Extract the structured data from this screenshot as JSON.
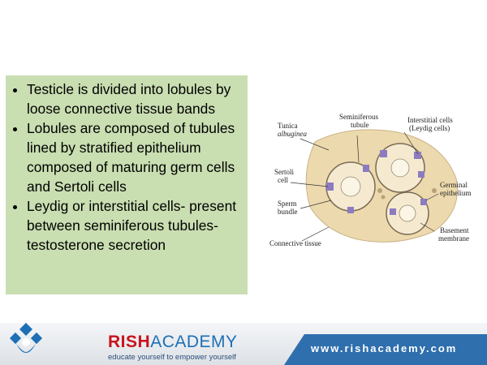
{
  "bullets": [
    "Testicle is divided into lobules by loose connective tissue bands",
    "Lobules are composed of tubules lined by stratified epithelium composed of maturing germ cells and Sertoli cells",
    "Leydig or interstitial cells- present between seminiferous tubules-testosterone secretion"
  ],
  "diagram": {
    "labels": {
      "tunica": [
        "Tunica",
        "albuginea"
      ],
      "seminiferous": [
        "Seminiferous",
        "tubule"
      ],
      "interstitial": [
        "Interstitial cells",
        "(Leydig cells)"
      ],
      "sertoli": [
        "Sertoli",
        "cell"
      ],
      "germinal": [
        "Germinal",
        "epithelium"
      ],
      "sperm": [
        "Sperm",
        "bundle"
      ],
      "basement": [
        "Basement",
        "membrane"
      ],
      "connective": "Connective tissue"
    },
    "colors": {
      "tissue": "#ecd9ad",
      "cells": "#8c7bc0",
      "tubule_outline": "#7a6a55"
    }
  },
  "footer": {
    "brand_part1": "RISH",
    "brand_part2": "ACADEMY",
    "tagline": "educate yourself to empower yourself",
    "url": "www.rishacademy.com",
    "logo_icon": "rish-academy-logo-icon",
    "colors": {
      "red": "#c8141c",
      "blue": "#1e6fb6",
      "url_bg": "#2f6fae"
    }
  }
}
